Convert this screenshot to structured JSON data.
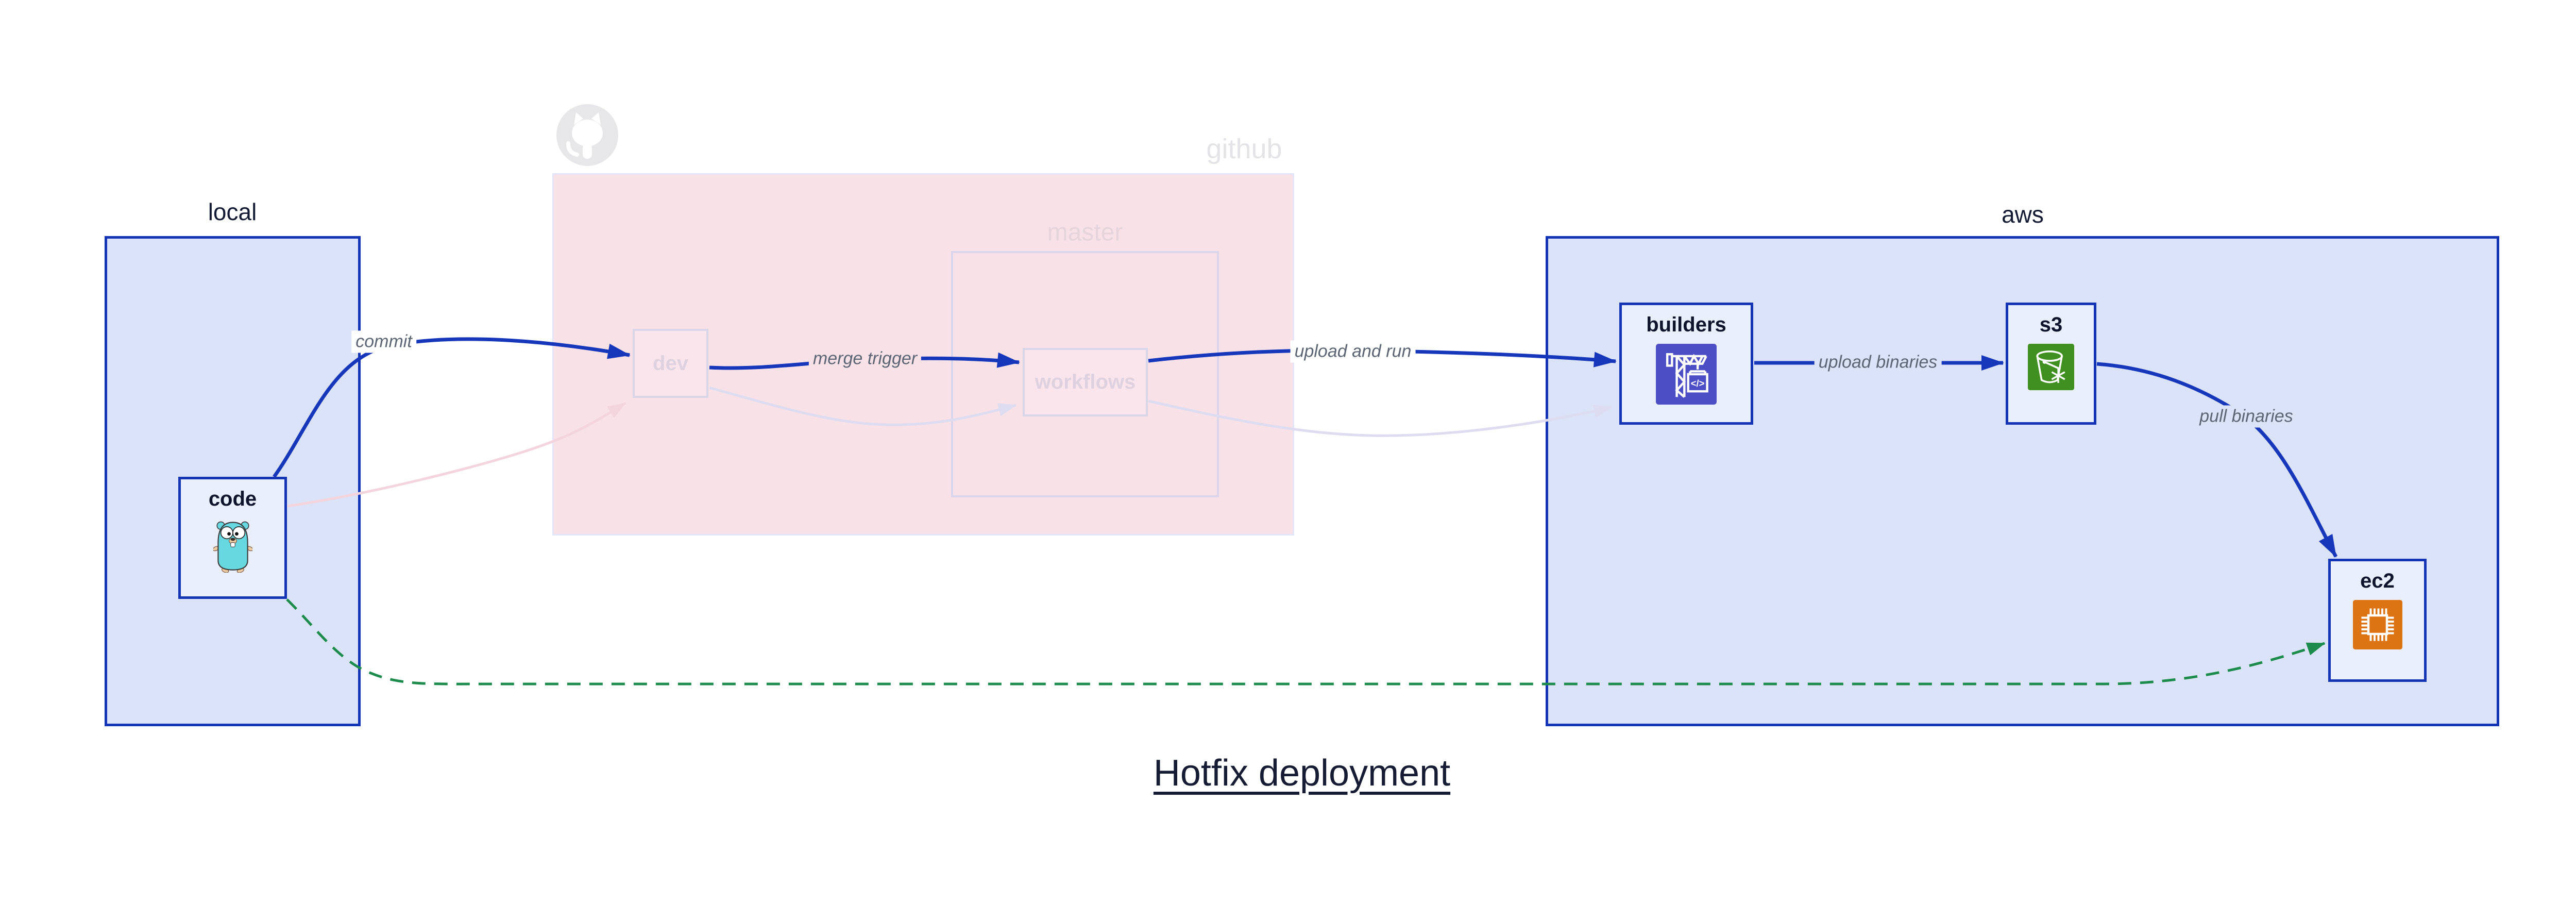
{
  "title": "Hotfix deployment",
  "zones": {
    "local": {
      "label": "local"
    },
    "github": {
      "label": "github",
      "logo_icon": "github-octocat-icon"
    },
    "master": {
      "label": "master"
    },
    "aws": {
      "label": "aws"
    }
  },
  "nodes": {
    "code": {
      "label": "code",
      "icon": "go-gopher-icon",
      "state": "active"
    },
    "dev": {
      "label": "dev",
      "state": "faded"
    },
    "workflows": {
      "label": "workflows",
      "state": "faded"
    },
    "builders": {
      "label": "builders",
      "icon": "codebuild-crane-icon",
      "state": "active"
    },
    "s3": {
      "label": "s3",
      "icon": "s3-bucket-icon",
      "state": "active"
    },
    "ec2": {
      "label": "ec2",
      "icon": "ec2-chip-icon",
      "state": "active"
    }
  },
  "edges": [
    {
      "id": "commit",
      "from": "code",
      "to": "dev",
      "label": "commit",
      "style": "solid-blue"
    },
    {
      "id": "merge-trigger",
      "from": "dev",
      "to": "workflows",
      "label": "merge trigger",
      "style": "solid-blue"
    },
    {
      "id": "upload-and-run",
      "from": "workflows",
      "to": "builders",
      "label": "upload and run",
      "style": "solid-blue"
    },
    {
      "id": "upload-binaries",
      "from": "builders",
      "to": "s3",
      "label": "upload binaries",
      "style": "solid-blue"
    },
    {
      "id": "pull-binaries",
      "from": "s3",
      "to": "ec2",
      "label": "pull binaries",
      "style": "solid-blue"
    },
    {
      "id": "hotfix-direct-path",
      "from": "code",
      "to": "ec2",
      "label": "",
      "style": "dashed-green"
    },
    {
      "id": "code-to-dev-faded",
      "from": "code",
      "to": "dev",
      "label": "",
      "style": "faded-pink"
    },
    {
      "id": "dev-to-workflows-faded",
      "from": "dev",
      "to": "workflows",
      "label": "",
      "style": "faded-lavender"
    },
    {
      "id": "workflows-to-builders-faded",
      "from": "workflows",
      "to": "builders",
      "label": "",
      "style": "faded-lavender"
    }
  ],
  "colors": {
    "edge_blue": "#1737bb",
    "edge_green": "#1d8b4b",
    "edge_faded_pink": "#f4d4dd",
    "edge_faded_lavender": "#dddcf0",
    "zone_blue_fill": "#dbe3f8",
    "zone_blue_border": "#1334b5",
    "zone_pink_fill": "#f8e2e8",
    "node_light_fill": "#eaeffc",
    "icon_indigo": "#4c4ec5",
    "icon_green": "#3f8f21",
    "icon_orange": "#dc7414",
    "gopher_teal": "#67d7e0"
  }
}
